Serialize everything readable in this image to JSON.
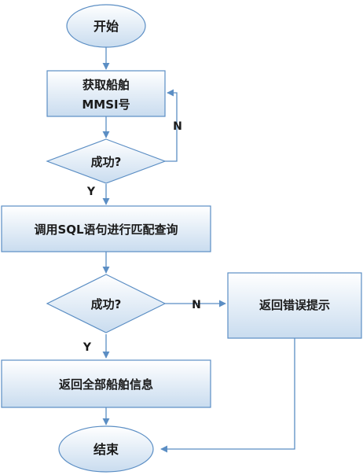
{
  "nodes": {
    "start": "开始",
    "get_mmsi_line1": "获取船舶",
    "get_mmsi_line2": "MMSI号",
    "decision_1": "成功?",
    "sql_query": "调用SQL语句进行匹配查询",
    "decision_2": "成功?",
    "return_error": "返回错误提示",
    "return_all": "返回全部船舶信息",
    "end": "结束"
  },
  "edge_labels": {
    "d1_no": "N",
    "d1_yes": "Y",
    "d2_no": "N",
    "d2_yes": "Y"
  },
  "colors": {
    "stroke": "#5b8ec4",
    "fill_top": "#ffffff",
    "fill_bottom": "#c9dcef",
    "text": "#1a1a1a"
  }
}
